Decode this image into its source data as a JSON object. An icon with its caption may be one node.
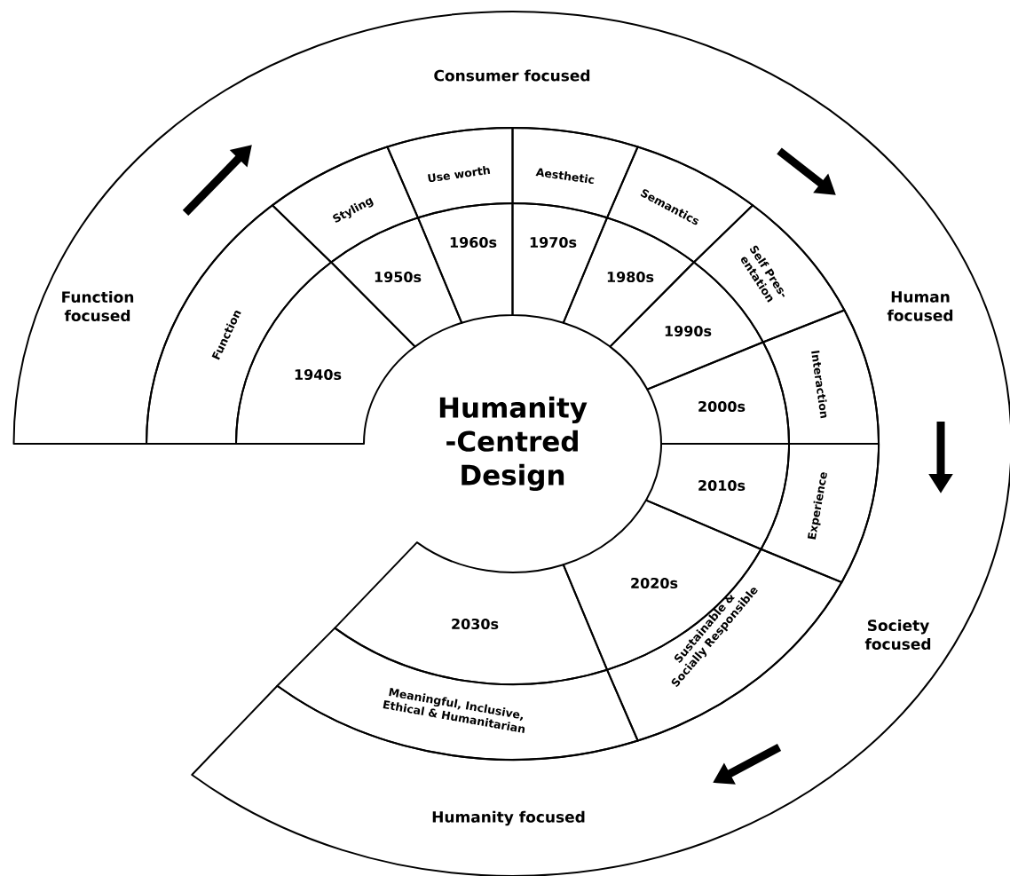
{
  "diagram": {
    "nodes": [
      {
        "text": [
          "Consumer focused",
          "Function focused",
          "Human focused",
          "Society focused",
          "Humanity focused"
        ]
      },
      {
        "text": [
          "Humanity -Centred Design"
        ]
      },
      {
        "text": [
          "1940s"
        ]
      },
      {
        "text": [
          "1950s"
        ]
      },
      {
        "text": [
          "1960s"
        ]
      },
      {
        "text": [
          "1970s"
        ]
      },
      {
        "text": [
          "1980s"
        ]
      },
      {
        "text": [
          "1990s"
        ]
      },
      {
        "text": [
          "2000s"
        ]
      },
      {
        "text": [
          "2010s"
        ]
      },
      {
        "text": [
          "2020s"
        ]
      },
      {
        "text": [
          "2030s"
        ]
      },
      {
        "text": [
          "Function"
        ]
      },
      {
        "text": [
          "Styling"
        ]
      },
      {
        "text": [
          "Use worth"
        ]
      },
      {
        "text": [
          "Aesthetic"
        ]
      },
      {
        "text": [
          "Semantics"
        ]
      },
      {
        "text": [
          "Self Pres- entation"
        ]
      },
      {
        "text": [
          "Interaction"
        ]
      },
      {
        "text": [
          "Experience"
        ]
      },
      {
        "text": [
          "Sustainable & Socially Responsible"
        ]
      },
      {
        "text": [
          "Meaningful, Inclusive, Ethical & Humanitarian"
        ]
      }
    ]
  }
}
